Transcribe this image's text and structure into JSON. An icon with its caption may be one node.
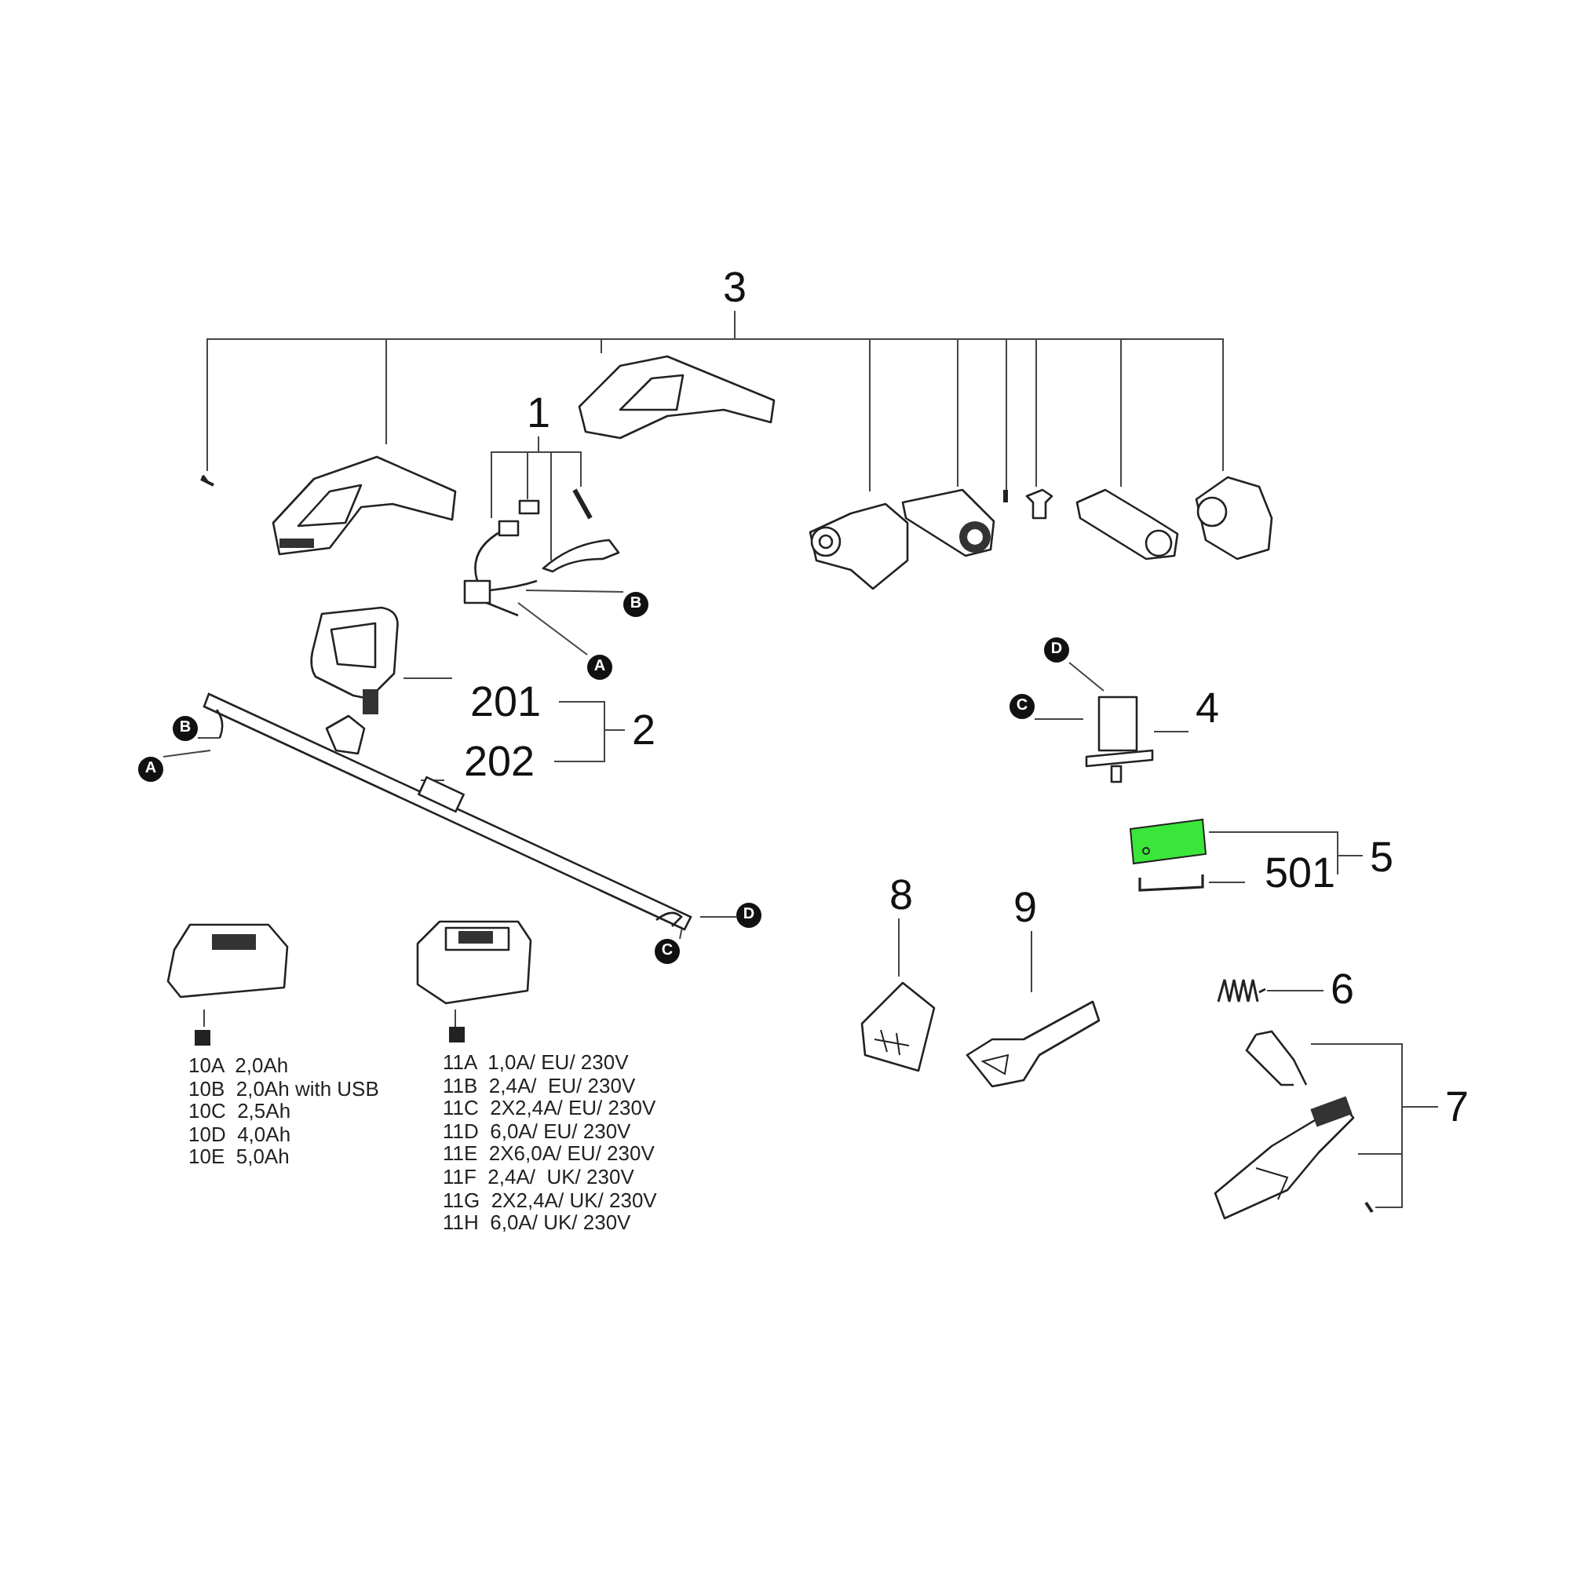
{
  "diagram": {
    "nodes": [
      {
        "text": [
          "3"
        ]
      },
      {
        "text": [],
        "shape": "picture"
      },
      {
        "text": [],
        "shape": "picture"
      },
      {
        "text": [],
        "shape": "picture"
      },
      {
        "text": [],
        "shape": "picture"
      },
      {
        "text": [],
        "shape": "picture"
      },
      {
        "text": [],
        "shape": "bar"
      },
      {
        "text": [],
        "shape": "picture"
      },
      {
        "text": [],
        "shape": "picture"
      },
      {
        "text": [],
        "shape": "picture"
      },
      {
        "text": [
          "1"
        ]
      },
      {
        "text": [],
        "shape": "picture"
      },
      {
        "text": [],
        "shape": "box"
      },
      {
        "text": [],
        "shape": "picture"
      },
      {
        "text": [],
        "shape": "picture"
      },
      {
        "text": [
          "B"
        ]
      },
      {
        "text": [
          "A"
        ]
      },
      {
        "text": [],
        "shape": "picture"
      },
      {
        "text": [],
        "shape": "picture"
      },
      {
        "text": [
          "201"
        ]
      },
      {
        "text": [
          "202"
        ]
      },
      {
        "text": [
          "2"
        ]
      },
      {
        "text": [
          "B"
        ]
      },
      {
        "text": [
          "A"
        ]
      },
      {
        "text": [
          "D"
        ]
      },
      {
        "text": [
          "C"
        ]
      },
      {
        "text": [],
        "shape": "picture"
      },
      {
        "text": [
          "4"
        ]
      },
      {
        "text": [
          "D"
        ]
      },
      {
        "text": [
          "C"
        ]
      },
      {
        "text": [],
        "shape": "picture"
      },
      {
        "text": [],
        "shape": "picture"
      },
      {
        "text": [
          "501"
        ]
      },
      {
        "text": [
          "5"
        ]
      },
      {
        "text": [
          "8"
        ]
      },
      {
        "text": [],
        "shape": "picture"
      },
      {
        "text": [
          "9"
        ]
      },
      {
        "text": [],
        "shape": "picture"
      },
      {
        "text": [
          "6"
        ]
      },
      {
        "text": [],
        "shape": "picture"
      },
      {
        "text": [
          "7"
        ]
      },
      {
        "text": [],
        "shape": "picture"
      },
      {
        "text": [],
        "shape": "picture"
      },
      {
        "text": [],
        "shape": "picture"
      },
      {
        "text": [],
        "shape": "picture"
      },
      {
        "text": [
          "10A  2,0Ah",
          "10B  2,0Ah with USB",
          "10C  2,5Ah",
          "10D  4,0Ah",
          "10E  5,0Ah"
        ]
      },
      {
        "text": [],
        "shape": "picture"
      },
      {
        "text": [
          "11A  1,0A/ EU/ 230V",
          "11B  2,4A/  EU/ 230V",
          "11C  2X2,4A/ EU/ 230V",
          "11D  6,0A/ EU/ 230V",
          "11E  2X6,0A/ EU/ 230V",
          "11F  2,4A/  UK/ 230V",
          "11G  2X2,4A/ UK/ 230V",
          "11H  6,0A/ UK/ 230V"
        ]
      }
    ],
    "edges": [
      {
        "from": 0,
        "to": 1,
        "arrow": "none"
      },
      {
        "from": 0,
        "to": 2,
        "arrow": "none"
      },
      {
        "from": 0,
        "to": 3,
        "arrow": "none"
      },
      {
        "from": 0,
        "to": 4,
        "arrow": "none"
      },
      {
        "from": 0,
        "to": 5,
        "arrow": "none"
      },
      {
        "from": 0,
        "to": 6,
        "arrow": "none"
      },
      {
        "from": 0,
        "to": 7,
        "arrow": "none"
      },
      {
        "from": 0,
        "to": 8,
        "arrow": "none"
      },
      {
        "from": 0,
        "to": 9,
        "arrow": "none"
      },
      {
        "from": 10,
        "to": 11,
        "arrow": "none"
      },
      {
        "from": 10,
        "to": 12,
        "arrow": "none"
      },
      {
        "from": 10,
        "to": 13,
        "arrow": "none"
      },
      {
        "from": 10,
        "to": 14,
        "arrow": "none"
      },
      {
        "from": 15,
        "to": 11,
        "arrow": "none"
      },
      {
        "from": 16,
        "to": 11,
        "arrow": "none"
      },
      {
        "from": 19,
        "to": 17,
        "arrow": "none"
      },
      {
        "from": 20,
        "to": 18,
        "arrow": "none"
      },
      {
        "from": 21,
        "to": 19,
        "arrow": "none"
      },
      {
        "from": 21,
        "to": 20,
        "arrow": "none"
      },
      {
        "from": 22,
        "to": 18,
        "arrow": "none"
      },
      {
        "from": 23,
        "to": 18,
        "arrow": "none"
      },
      {
        "from": 24,
        "to": 18,
        "arrow": "none"
      },
      {
        "from": 25,
        "to": 18,
        "arrow": "none"
      },
      {
        "from": 27,
        "to": 26,
        "arrow": "none"
      },
      {
        "from": 28,
        "to": 26,
        "arrow": "none"
      },
      {
        "from": 29,
        "to": 26,
        "arrow": "none"
      },
      {
        "from": 33,
        "to": 30,
        "arrow": "none"
      },
      {
        "from": 33,
        "to": 32,
        "arrow": "none"
      },
      {
        "from": 32,
        "to": 31,
        "arrow": "none"
      },
      {
        "from": 34,
        "to": 35,
        "arrow": "none"
      },
      {
        "from": 36,
        "to": 37,
        "arrow": "none"
      },
      {
        "from": 38,
        "to": 39,
        "arrow": "none"
      },
      {
        "from": 40,
        "to": 41,
        "arrow": "none"
      },
      {
        "from": 40,
        "to": 42,
        "arrow": "none"
      },
      {
        "from": 40,
        "to": 43,
        "arrow": "none"
      },
      {
        "from": 44,
        "to": 45,
        "arrow": "none"
      },
      {
        "from": 46,
        "to": 47,
        "arrow": "none"
      }
    ]
  }
}
